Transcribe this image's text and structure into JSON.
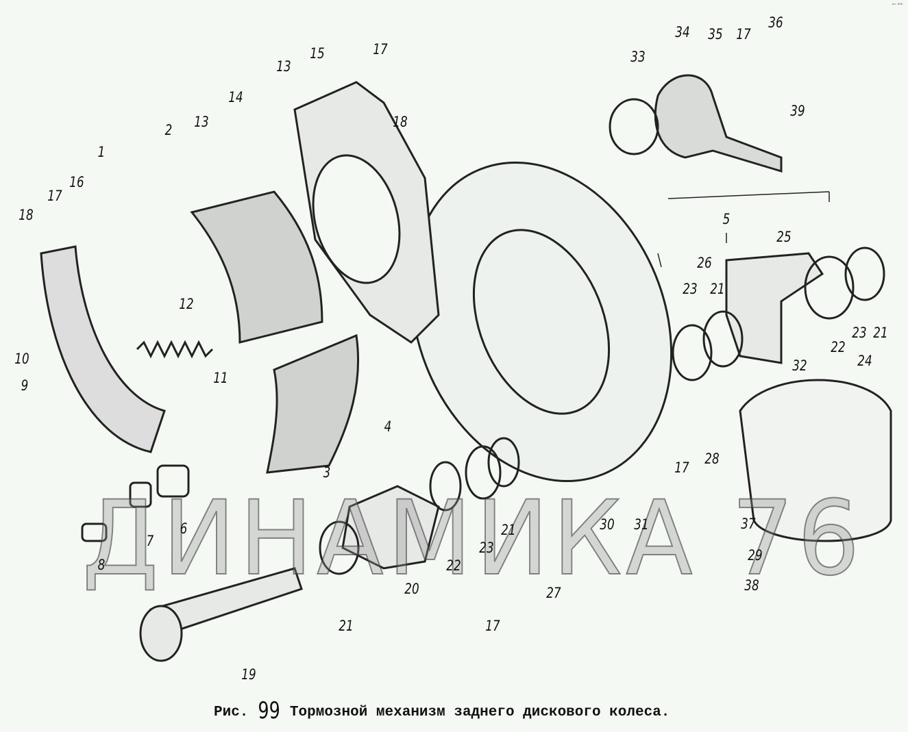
{
  "corner_mark": "ᵖᵐ ⁸³⁸",
  "watermark": "ДИНАМИКА 76",
  "caption": {
    "prefix": "Рис.",
    "number": "99",
    "title": "Тормозной механизм заднего дискового колеса."
  },
  "labels": [
    "1",
    "2",
    "13",
    "14",
    "13",
    "15",
    "17",
    "18",
    "16",
    "17",
    "18",
    "12",
    "10",
    "11",
    "9",
    "4",
    "3",
    "7",
    "6",
    "8",
    "34",
    "33",
    "35",
    "17",
    "36",
    "39",
    "5",
    "25",
    "26",
    "23",
    "21",
    "22",
    "23",
    "21",
    "24",
    "32",
    "17",
    "28",
    "30",
    "31",
    "37",
    "29",
    "38",
    "21",
    "23",
    "22",
    "20",
    "27",
    "17",
    "21",
    "19"
  ]
}
